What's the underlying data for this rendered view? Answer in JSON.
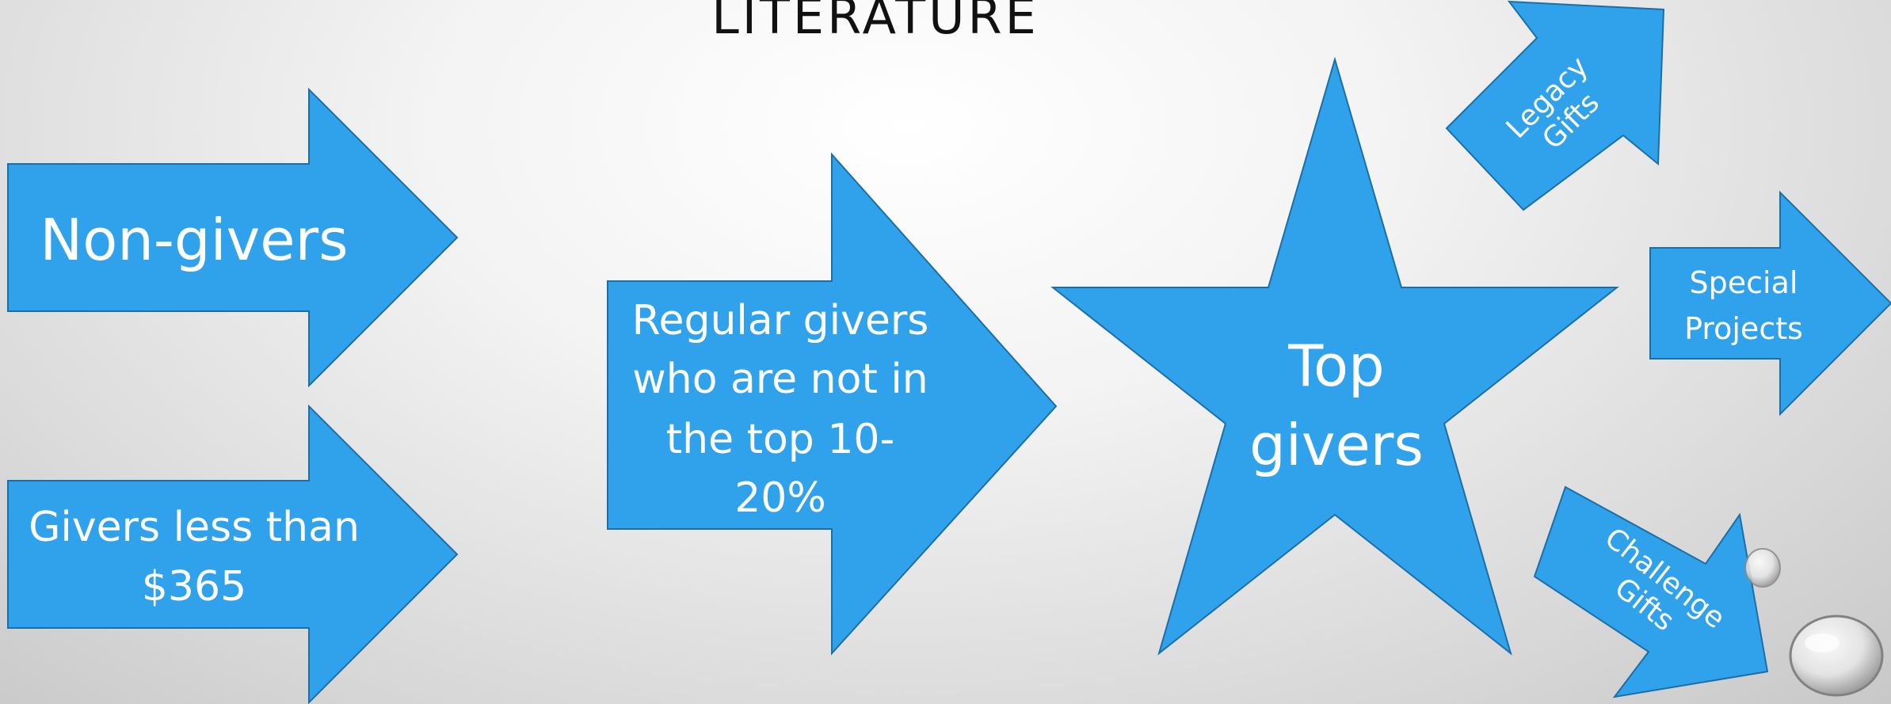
{
  "slide": {
    "title": "LITERATURE",
    "shape_color": "#30a2ec",
    "shapes": {
      "non_givers": {
        "label": "Non-givers"
      },
      "givers_less": {
        "line1": "Givers less than",
        "line2": "$365"
      },
      "regular_givers": {
        "line1": "Regular givers",
        "line2": "who are not in",
        "line3": "the top 10-",
        "line4": "20%"
      },
      "top_givers": {
        "line1": "Top",
        "line2": "givers"
      },
      "legacy_gifts": {
        "line1": "Legacy",
        "line2": "Gifts"
      },
      "special_projects": {
        "line1": "Special",
        "line2": "Projects"
      },
      "challenge_gifts": {
        "line1": "Challenge",
        "line2": "Gifts"
      }
    }
  }
}
